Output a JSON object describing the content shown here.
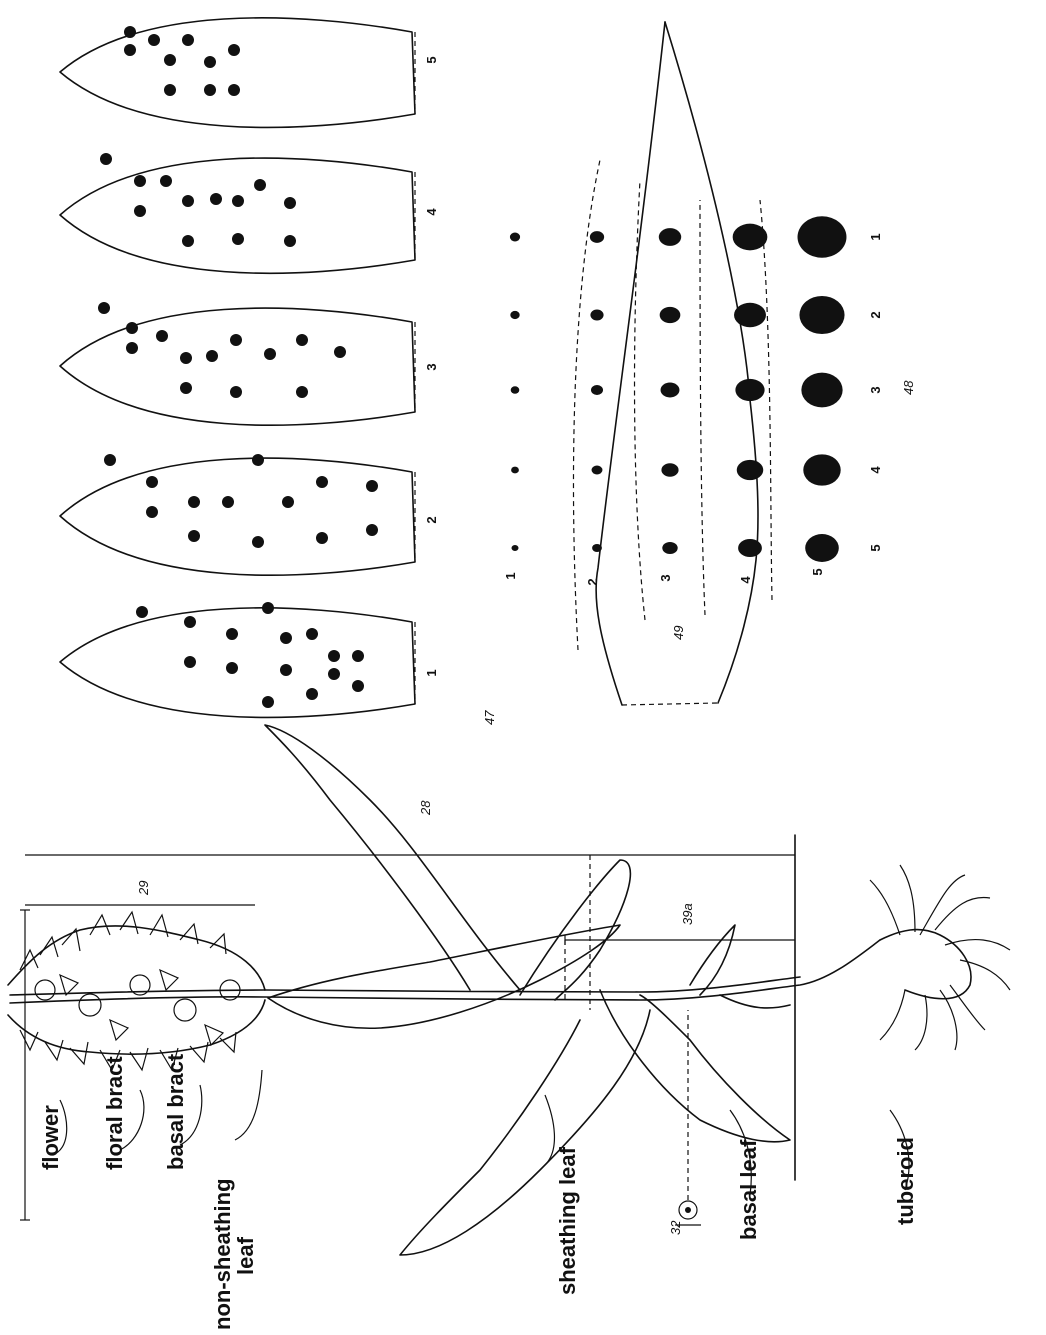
{
  "labels": {
    "flower": "flower",
    "floral_bract": "floral bract",
    "basal_bract": "basal bract",
    "non_sheathing_line1": "non-sheathing",
    "non_sheathing_line2": "leaf",
    "sheathing_leaf": "sheathing leaf",
    "basal_leaf": "basal leaf",
    "tuberoid": "tuberoid"
  },
  "figure_numbers": {
    "fig28": "28",
    "fig29": "29",
    "fig32": "32",
    "fig39a": "39a",
    "fig47": "47",
    "fig48": "48",
    "fig49": "49"
  },
  "fig47_leaf_numbers": [
    "1",
    "2",
    "3",
    "4",
    "5"
  ],
  "fig48_column_numbers": [
    "5",
    "4",
    "3",
    "2",
    "1"
  ],
  "fig49_row_numbers": [
    "1",
    "2",
    "3",
    "4",
    "5"
  ],
  "colors": {
    "ink": "#111111",
    "paper": "#ffffff"
  }
}
